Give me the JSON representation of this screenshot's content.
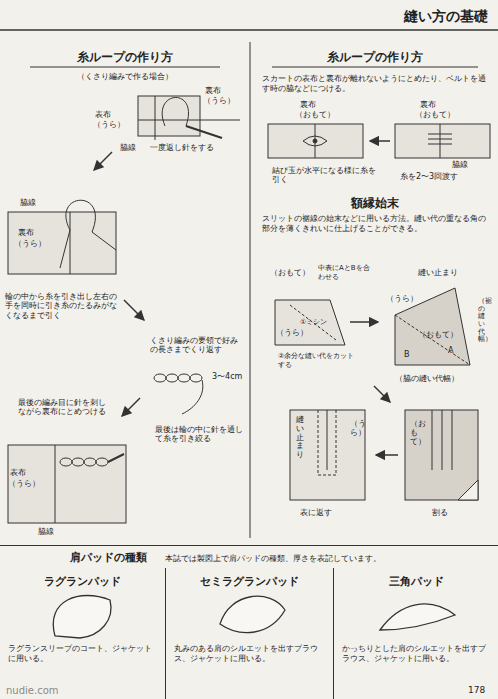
{
  "diagram": {
    "title": "縫い方の基礎",
    "nodes": [
      {
        "text": [
          "肩パッドの種類",
          "本誌では製図上で肩パッドの種類、厚さを表記しています。"
        ]
      },
      {
        "text": [
          "ラグランパッド",
          "ラグランスリーブのコート、ジャケットに用いる。"
        ],
        "in": 0
      },
      {
        "text": [
          "セミラグランパッド",
          "丸みのある肩のシルエットを出すブラウス、ジャケットに用いる。"
        ],
        "in": 0
      },
      {
        "text": [
          "三角パッド",
          "かっちりとした肩のシルエットを出すブラウス、ジャケットに用いる。"
        ],
        "in": 0
      }
    ],
    "labels": [
      "糸ループの作り方",
      "（くさり編みで作る場合）",
      "裏布",
      "（うら）",
      "表布",
      "（うら）",
      "脇線",
      "一度返し針をする",
      "脇線",
      "裏布",
      "（うら）",
      "輪の中から糸を引き出し左右の手を同時に引き糸のたるみがなくなるまで引く",
      "くさり編みの要領で好みの長さまでくり返す",
      "3〜4cm",
      "最後は輪の中に針を通して糸を引き絞る",
      "最後の編み目に針を刺しながら裏布にとめつける",
      "表布",
      "（うら）",
      "脇線",
      "糸ループの作り方",
      "スカートの表布と裏布が離れないようにとめたり、ベルトを通す時の脇などにつける。",
      "裏布",
      "（おもて）",
      "裏布",
      "（おもて）",
      "脇線",
      "糸を2〜3回渡す",
      "結び玉が水平になる様に糸を引く",
      "額縁始末",
      "スリットの裾線の始末などに用いる方法。縫い代の重なる角の部分を薄くきれいに仕上げることができる。",
      "（おもて）",
      "中表にAとBを合わせる",
      "①ミシン",
      "（うら）",
      "②余分な縫い代をカットする",
      "縫い止まり",
      "（うら）",
      "（おもて）",
      "（裾の縫い代幅）",
      "A",
      "B",
      "（脇の縫い代幅）",
      "縫い止まり",
      "（うら）",
      "表に返す",
      "（おもて）",
      "割る",
      "178",
      "nudie.com"
    ]
  }
}
